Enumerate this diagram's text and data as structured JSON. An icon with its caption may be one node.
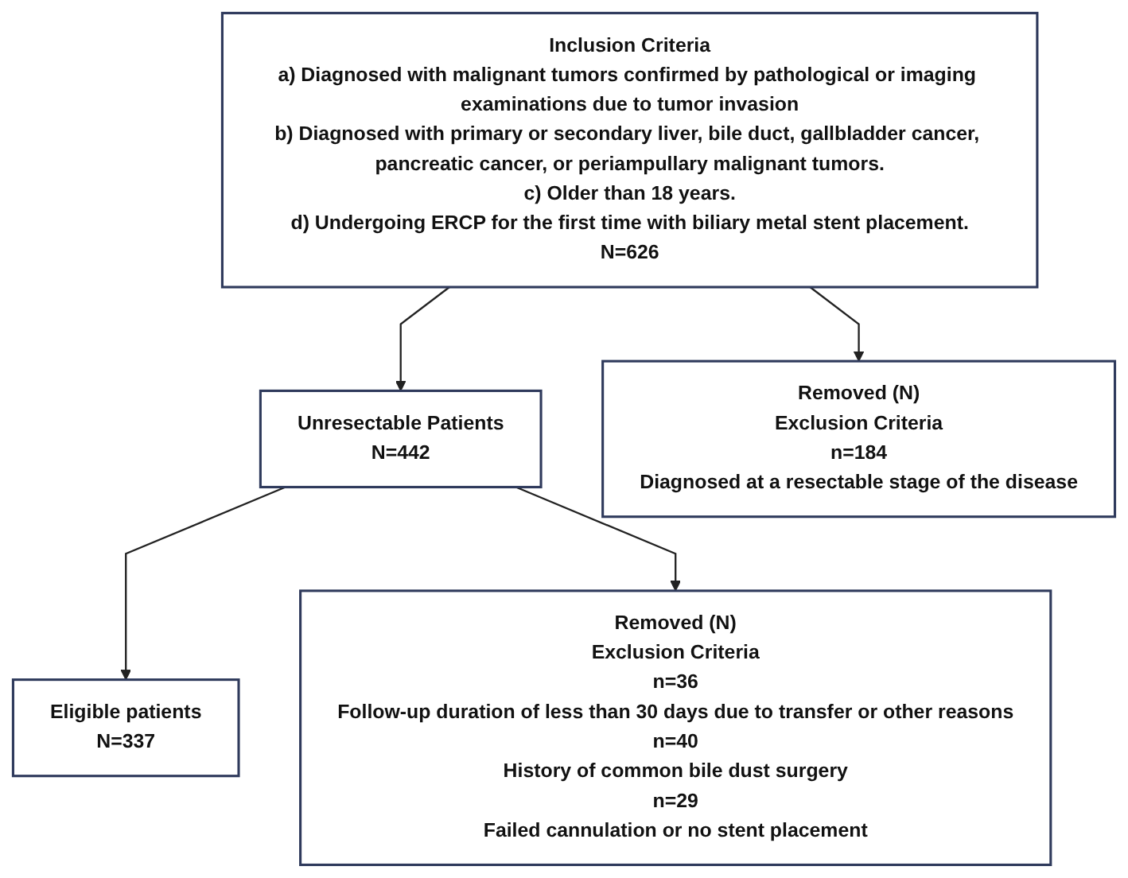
{
  "diagram": {
    "nodes": [
      {
        "text": [
          "Inclusion Criteria",
          "a) Diagnosed with malignant tumors confirmed by pathological or imaging examinations due to tumor invasion",
          "b) Diagnosed with primary or secondary liver, bile duct, gallbladder cancer, pancreatic cancer, or periampullary malignant tumors.",
          "c) Older than 18 years.",
          "d) Undergoing ERCP for the first time with biliary metal stent placement.",
          "N=626"
        ]
      },
      {
        "text": [
          "Unresectable Patients",
          "N=442"
        ]
      },
      {
        "text": [
          "Removed (N)",
          "Exclusion Criteria",
          "n=184",
          "Diagnosed at a resectable stage of the disease"
        ]
      },
      {
        "text": [
          "Eligible patients",
          "N=337"
        ]
      },
      {
        "text": [
          "Removed (N)",
          "Exclusion Criteria",
          "n=36",
          "Follow-up duration of less than 30 days due to transfer or other reasons",
          "n=40",
          "History of common bile dust surgery",
          "n=29",
          "Failed cannulation or no stent placement"
        ]
      }
    ],
    "edges": [
      {
        "from": 0,
        "to": 1,
        "arrow": "to"
      },
      {
        "from": 0,
        "to": 2,
        "arrow": "to"
      },
      {
        "from": 1,
        "to": 3,
        "arrow": "to"
      },
      {
        "from": 1,
        "to": 4,
        "arrow": "to"
      }
    ]
  }
}
